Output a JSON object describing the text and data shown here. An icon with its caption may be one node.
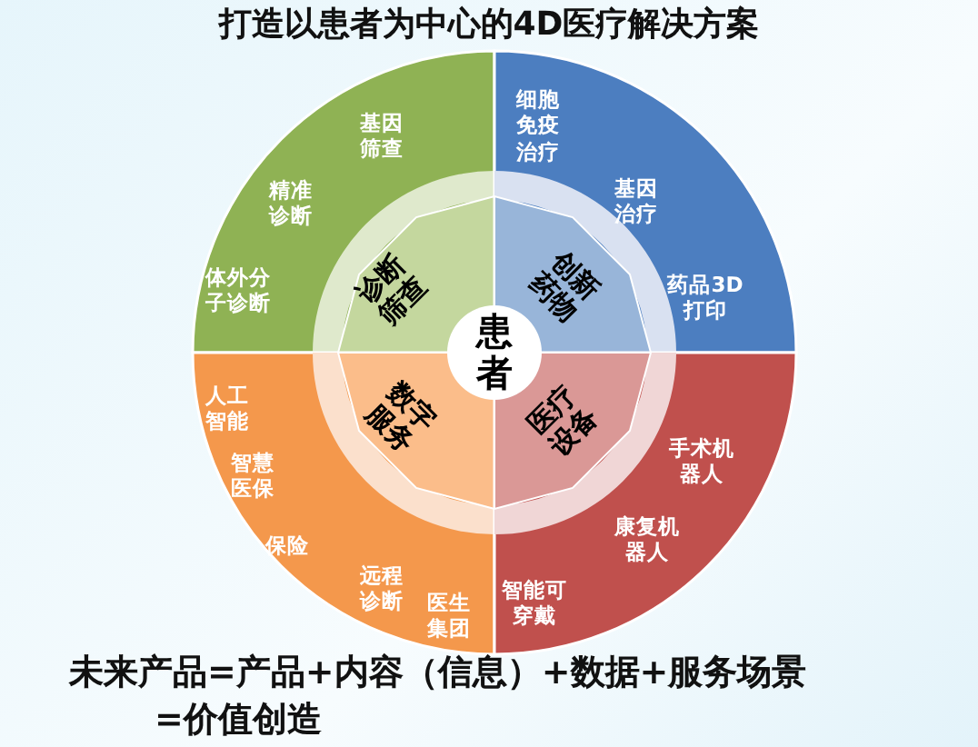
{
  "diagram": {
    "title": "打造以患者为中心的4D医疗解决方案",
    "nodes": [
      {
        "text": [
          "基因筛查",
          "精准诊断",
          "体外分子诊断"
        ]
      },
      {
        "text": [
          "诊断筛查"
        ],
        "in": 0
      },
      {
        "text": [
          "细胞免疫治疗",
          "基因治疗",
          "药品3D打印"
        ]
      },
      {
        "text": [
          "创新药物"
        ],
        "in": 2
      },
      {
        "text": [
          "患者"
        ]
      },
      {
        "text": [
          "人工智能",
          "智慧医保",
          "保险",
          "远程诊断",
          "医生集团"
        ]
      },
      {
        "text": [
          "数字服务"
        ],
        "in": 5
      },
      {
        "text": [
          "手术机器人",
          "康复机器人",
          "智能可穿戴"
        ]
      },
      {
        "text": [
          "医疗设备"
        ],
        "in": 7
      }
    ],
    "caption": "未来产品=产品+内容（信息）+数据+服务场景=价值创造"
  }
}
